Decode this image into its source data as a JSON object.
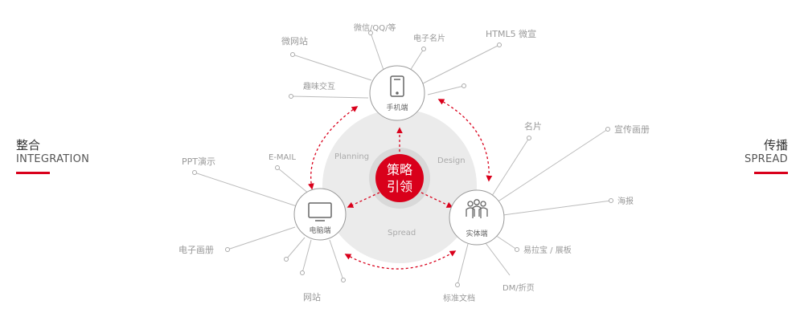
{
  "left_section": {
    "title_cn": "整合",
    "title_en": "INTEGRATION"
  },
  "right_section": {
    "title_cn": "传播",
    "title_en": "SPREAD"
  },
  "center": {
    "line1": "策略",
    "line2": "引领"
  },
  "ring_labels": {
    "planning": "Planning",
    "design": "Design",
    "spread": "Spread"
  },
  "nodes": {
    "mobile": "手机端",
    "pc": "电脑端",
    "physical": "实体端"
  },
  "mobile_leaves": {
    "wechat_qq": "微信/QQ/等",
    "micro_site": "微网站",
    "ecard": "电子名片",
    "html5": "HTML5 微宣",
    "interactive": "趣味交互"
  },
  "pc_leaves": {
    "email": "E-MAIL",
    "ppt": "PPT演示",
    "ealbum": "电子画册",
    "website": "网站"
  },
  "physical_leaves": {
    "card": "名片",
    "brochure": "宣传画册",
    "poster": "海报",
    "rollup": "易拉宝 / 展板",
    "dm": "DM/折页",
    "docs": "标准文档"
  },
  "colors": {
    "accent": "#d9001b",
    "line": "#bbbbbb",
    "ring": "#ebebeb"
  }
}
